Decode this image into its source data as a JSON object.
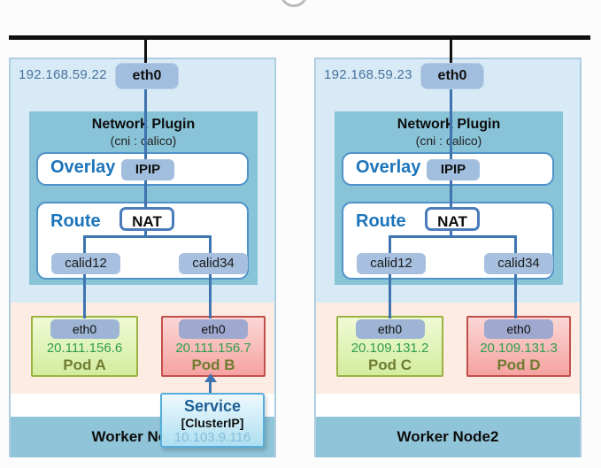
{
  "diagram": {
    "title_hidden": "",
    "nodes": [
      {
        "ip": "192.168.59.22",
        "uplink": "eth0",
        "plugin": {
          "title": "Network Plugin",
          "subtitle": "(cni : calico)"
        },
        "overlay": {
          "label": "Overlay",
          "badge": "IPIP"
        },
        "route": {
          "label": "Route",
          "badge": "NAT",
          "interfaces": [
            "calid12",
            "calid34"
          ]
        },
        "pods": [
          {
            "iface": "eth0",
            "ip": "20.111.156.6",
            "name": "Pod A"
          },
          {
            "iface": "eth0",
            "ip": "20.111.156.7",
            "name": "Pod B"
          }
        ],
        "footer": "Worker Node1"
      },
      {
        "ip": "192.168.59.23",
        "uplink": "eth0",
        "plugin": {
          "title": "Network Plugin",
          "subtitle": "(cni : calico)"
        },
        "overlay": {
          "label": "Overlay",
          "badge": "IPIP"
        },
        "route": {
          "label": "Route",
          "badge": "NAT",
          "interfaces": [
            "calid12",
            "calid34"
          ]
        },
        "pods": [
          {
            "iface": "eth0",
            "ip": "20.109.131.2",
            "name": "Pod C"
          },
          {
            "iface": "eth0",
            "ip": "20.109.131.3",
            "name": "Pod D"
          }
        ],
        "footer": "Worker Node2"
      }
    ],
    "service": {
      "title": "Service",
      "type": "[ClusterIP]",
      "ip": "10.103.9.116"
    },
    "colors": {
      "bus": "#101010",
      "node_bg": "#d8eaf5",
      "plugin_bg": "#89c3d8",
      "panel_border": "#4f93c9",
      "label_blue": "#1b74bb",
      "badge_blue": "#a2bede",
      "connector": "#3f74b0",
      "pods_band": "#fcece3",
      "footer_band": "#90c4d9",
      "pod_green_border": "#9cb241",
      "pod_red_border": "#c1504b",
      "pod_ip_green": "#2f9e4e",
      "pod_name_olive": "#6f7c31",
      "service_border": "#57aeda",
      "service_title": "#1d5f93"
    }
  }
}
